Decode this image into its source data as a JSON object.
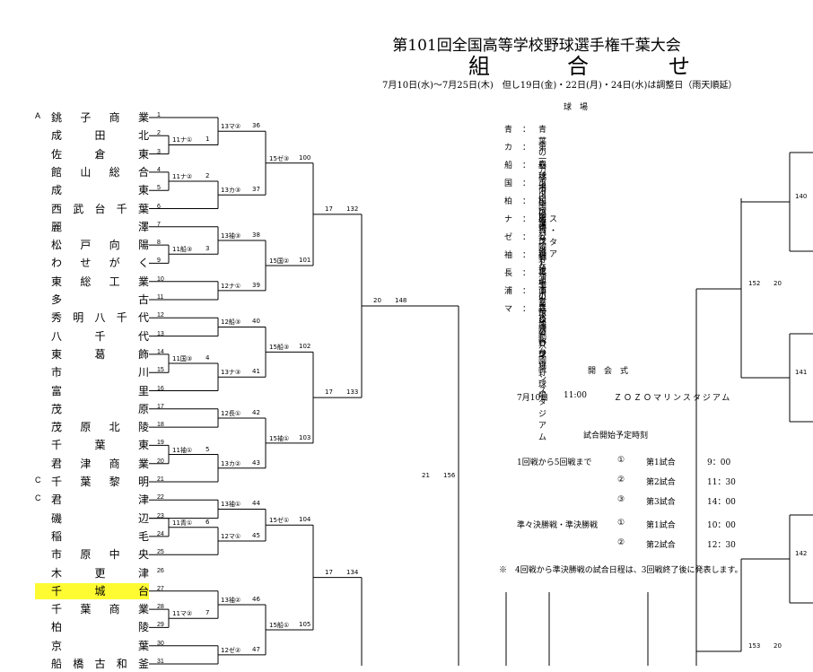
{
  "header": {
    "title": "第101回全国高等学校野球選手権千葉大会",
    "subtitle_chars": [
      "組",
      "合",
      "せ"
    ],
    "dates": "7月10日(水)～7月25日(木)　但し19日(金)・22日(月)・24日(水)は調整日（雨天順延）"
  },
  "venues": {
    "heading": "球　場",
    "items": [
      {
        "abbr": "青",
        "name": "青葉の森球場"
      },
      {
        "abbr": "カ",
        "name": "第一カッター球場"
      },
      {
        "abbr": "船",
        "name": "船橋市民球場"
      },
      {
        "abbr": "国",
        "name": "市川国府台球場"
      },
      {
        "abbr": "柏",
        "name": "柏の葉公園野球場"
      },
      {
        "abbr": "ナ",
        "name": "ナスパ・スタジアム"
      },
      {
        "abbr": "ゼ",
        "name": "ゼットエーボールパーク"
      },
      {
        "abbr": "袖",
        "name": "袖ケ浦市営球場"
      },
      {
        "abbr": "長",
        "name": "長生の森公園野球場"
      },
      {
        "abbr": "浦",
        "name": "浦安市運動公園野球場"
      },
      {
        "abbr": "マ",
        "name": "ＺＯＺＯマリンスタジアム"
      }
    ]
  },
  "ceremony": {
    "heading": "開　会　式",
    "date": "7月10日",
    "time": "11:00",
    "venue": "ＺＯＺＯマリンスタジアム"
  },
  "schedule": {
    "heading": "試合開始予定時刻",
    "rounds1_5_label": "1回戦から5回戦まで",
    "rounds1_5": [
      {
        "mark": "①",
        "game": "第1試合",
        "time": "9：00"
      },
      {
        "mark": "②",
        "game": "第2試合",
        "time": "11：30"
      },
      {
        "mark": "③",
        "game": "第3試合",
        "time": "14：00"
      }
    ],
    "qf_sf_label": "準々決勝戦・準決勝戦",
    "qf_sf": [
      {
        "mark": "①",
        "game": "第1試合",
        "time": "10：00"
      },
      {
        "mark": "②",
        "game": "第2試合",
        "time": "12：30"
      }
    ],
    "note": "※　4回戦から準決勝戦の試合日程は、3回戦終了後に発表します。"
  },
  "teams": [
    {
      "num": "1",
      "group": "A",
      "name": "銚子商業"
    },
    {
      "num": "2",
      "group": "",
      "name": "成田北"
    },
    {
      "num": "3",
      "group": "",
      "name": "佐倉東"
    },
    {
      "num": "4",
      "group": "",
      "name": "館山総合"
    },
    {
      "num": "5",
      "group": "",
      "name": "成東"
    },
    {
      "num": "6",
      "group": "",
      "name": "西武台千葉"
    },
    {
      "num": "7",
      "group": "",
      "name": "麗澤"
    },
    {
      "num": "8",
      "group": "",
      "name": "松戸向陽"
    },
    {
      "num": "9",
      "group": "",
      "name": "わせがく"
    },
    {
      "num": "10",
      "group": "",
      "name": "東総工業"
    },
    {
      "num": "11",
      "group": "",
      "name": "多古"
    },
    {
      "num": "12",
      "group": "",
      "name": "秀明八千代"
    },
    {
      "num": "13",
      "group": "",
      "name": "八千代"
    },
    {
      "num": "14",
      "group": "",
      "name": "東葛飾"
    },
    {
      "num": "15",
      "group": "",
      "name": "市川"
    },
    {
      "num": "16",
      "group": "",
      "name": "富里"
    },
    {
      "num": "17",
      "group": "",
      "name": "茂原"
    },
    {
      "num": "18",
      "group": "",
      "name": "茂原北陵"
    },
    {
      "num": "19",
      "group": "",
      "name": "千葉東"
    },
    {
      "num": "20",
      "group": "",
      "name": "君津商業"
    },
    {
      "num": "21",
      "group": "C",
      "name": "千葉黎明"
    },
    {
      "num": "22",
      "group": "C",
      "name": "君津"
    },
    {
      "num": "23",
      "group": "",
      "name": "磯辺"
    },
    {
      "num": "24",
      "group": "",
      "name": "稲毛"
    },
    {
      "num": "25",
      "group": "",
      "name": "市原中央"
    },
    {
      "num": "26",
      "group": "",
      "name": "木更津"
    },
    {
      "num": "27",
      "group": "",
      "name": "千城台",
      "highlight": true
    },
    {
      "num": "28",
      "group": "",
      "name": "千葉商業"
    },
    {
      "num": "29",
      "group": "",
      "name": "柏陵"
    },
    {
      "num": "30",
      "group": "",
      "name": "京葉"
    },
    {
      "num": "31",
      "group": "",
      "name": "船橋古和釜"
    }
  ],
  "games": {
    "r1": [
      {
        "label": "11ナ①",
        "num": "1"
      },
      {
        "label": "11ナ②",
        "num": "2"
      },
      {
        "label": "11船③",
        "num": "3"
      },
      {
        "label": "11国③",
        "num": "4"
      },
      {
        "label": "11袖①",
        "num": "5"
      },
      {
        "label": "11青①",
        "num": "6"
      },
      {
        "label": "11マ②",
        "num": "7"
      }
    ],
    "r2": [
      {
        "label": "13マ②",
        "num": "36"
      },
      {
        "label": "13カ③",
        "num": "37"
      },
      {
        "label": "13袖③",
        "num": "38"
      },
      {
        "label": "12ナ①",
        "num": "39"
      },
      {
        "label": "12船③",
        "num": "40"
      },
      {
        "label": "13ナ③",
        "num": "41"
      },
      {
        "label": "12長①",
        "num": "42"
      },
      {
        "label": "13カ②",
        "num": "43"
      },
      {
        "label": "13袖①",
        "num": "44"
      },
      {
        "label": "12マ①",
        "num": "45"
      },
      {
        "label": "13袖②",
        "num": "46"
      },
      {
        "label": "12ゼ②",
        "num": "47"
      }
    ],
    "r3": [
      {
        "label": "15ゼ③",
        "num": "100"
      },
      {
        "label": "15国②",
        "num": "101"
      },
      {
        "label": "15船③",
        "num": "102"
      },
      {
        "label": "15袖①",
        "num": "103"
      },
      {
        "label": "15ゼ①",
        "num": "104"
      },
      {
        "label": "15船①",
        "num": "105"
      }
    ],
    "r4": [
      {
        "day": "17",
        "num": "132"
      },
      {
        "day": "17",
        "num": "133"
      },
      {
        "day": "17",
        "num": "134"
      }
    ],
    "r5": [
      {
        "day": "20",
        "num": "148"
      },
      {
        "day": "21",
        "num": "156"
      }
    ],
    "right": [
      {
        "num": "140"
      },
      {
        "num": "141"
      },
      {
        "num": "142"
      },
      {
        "num": "152",
        "day": "20"
      },
      {
        "num": "153",
        "day": "20"
      }
    ]
  }
}
